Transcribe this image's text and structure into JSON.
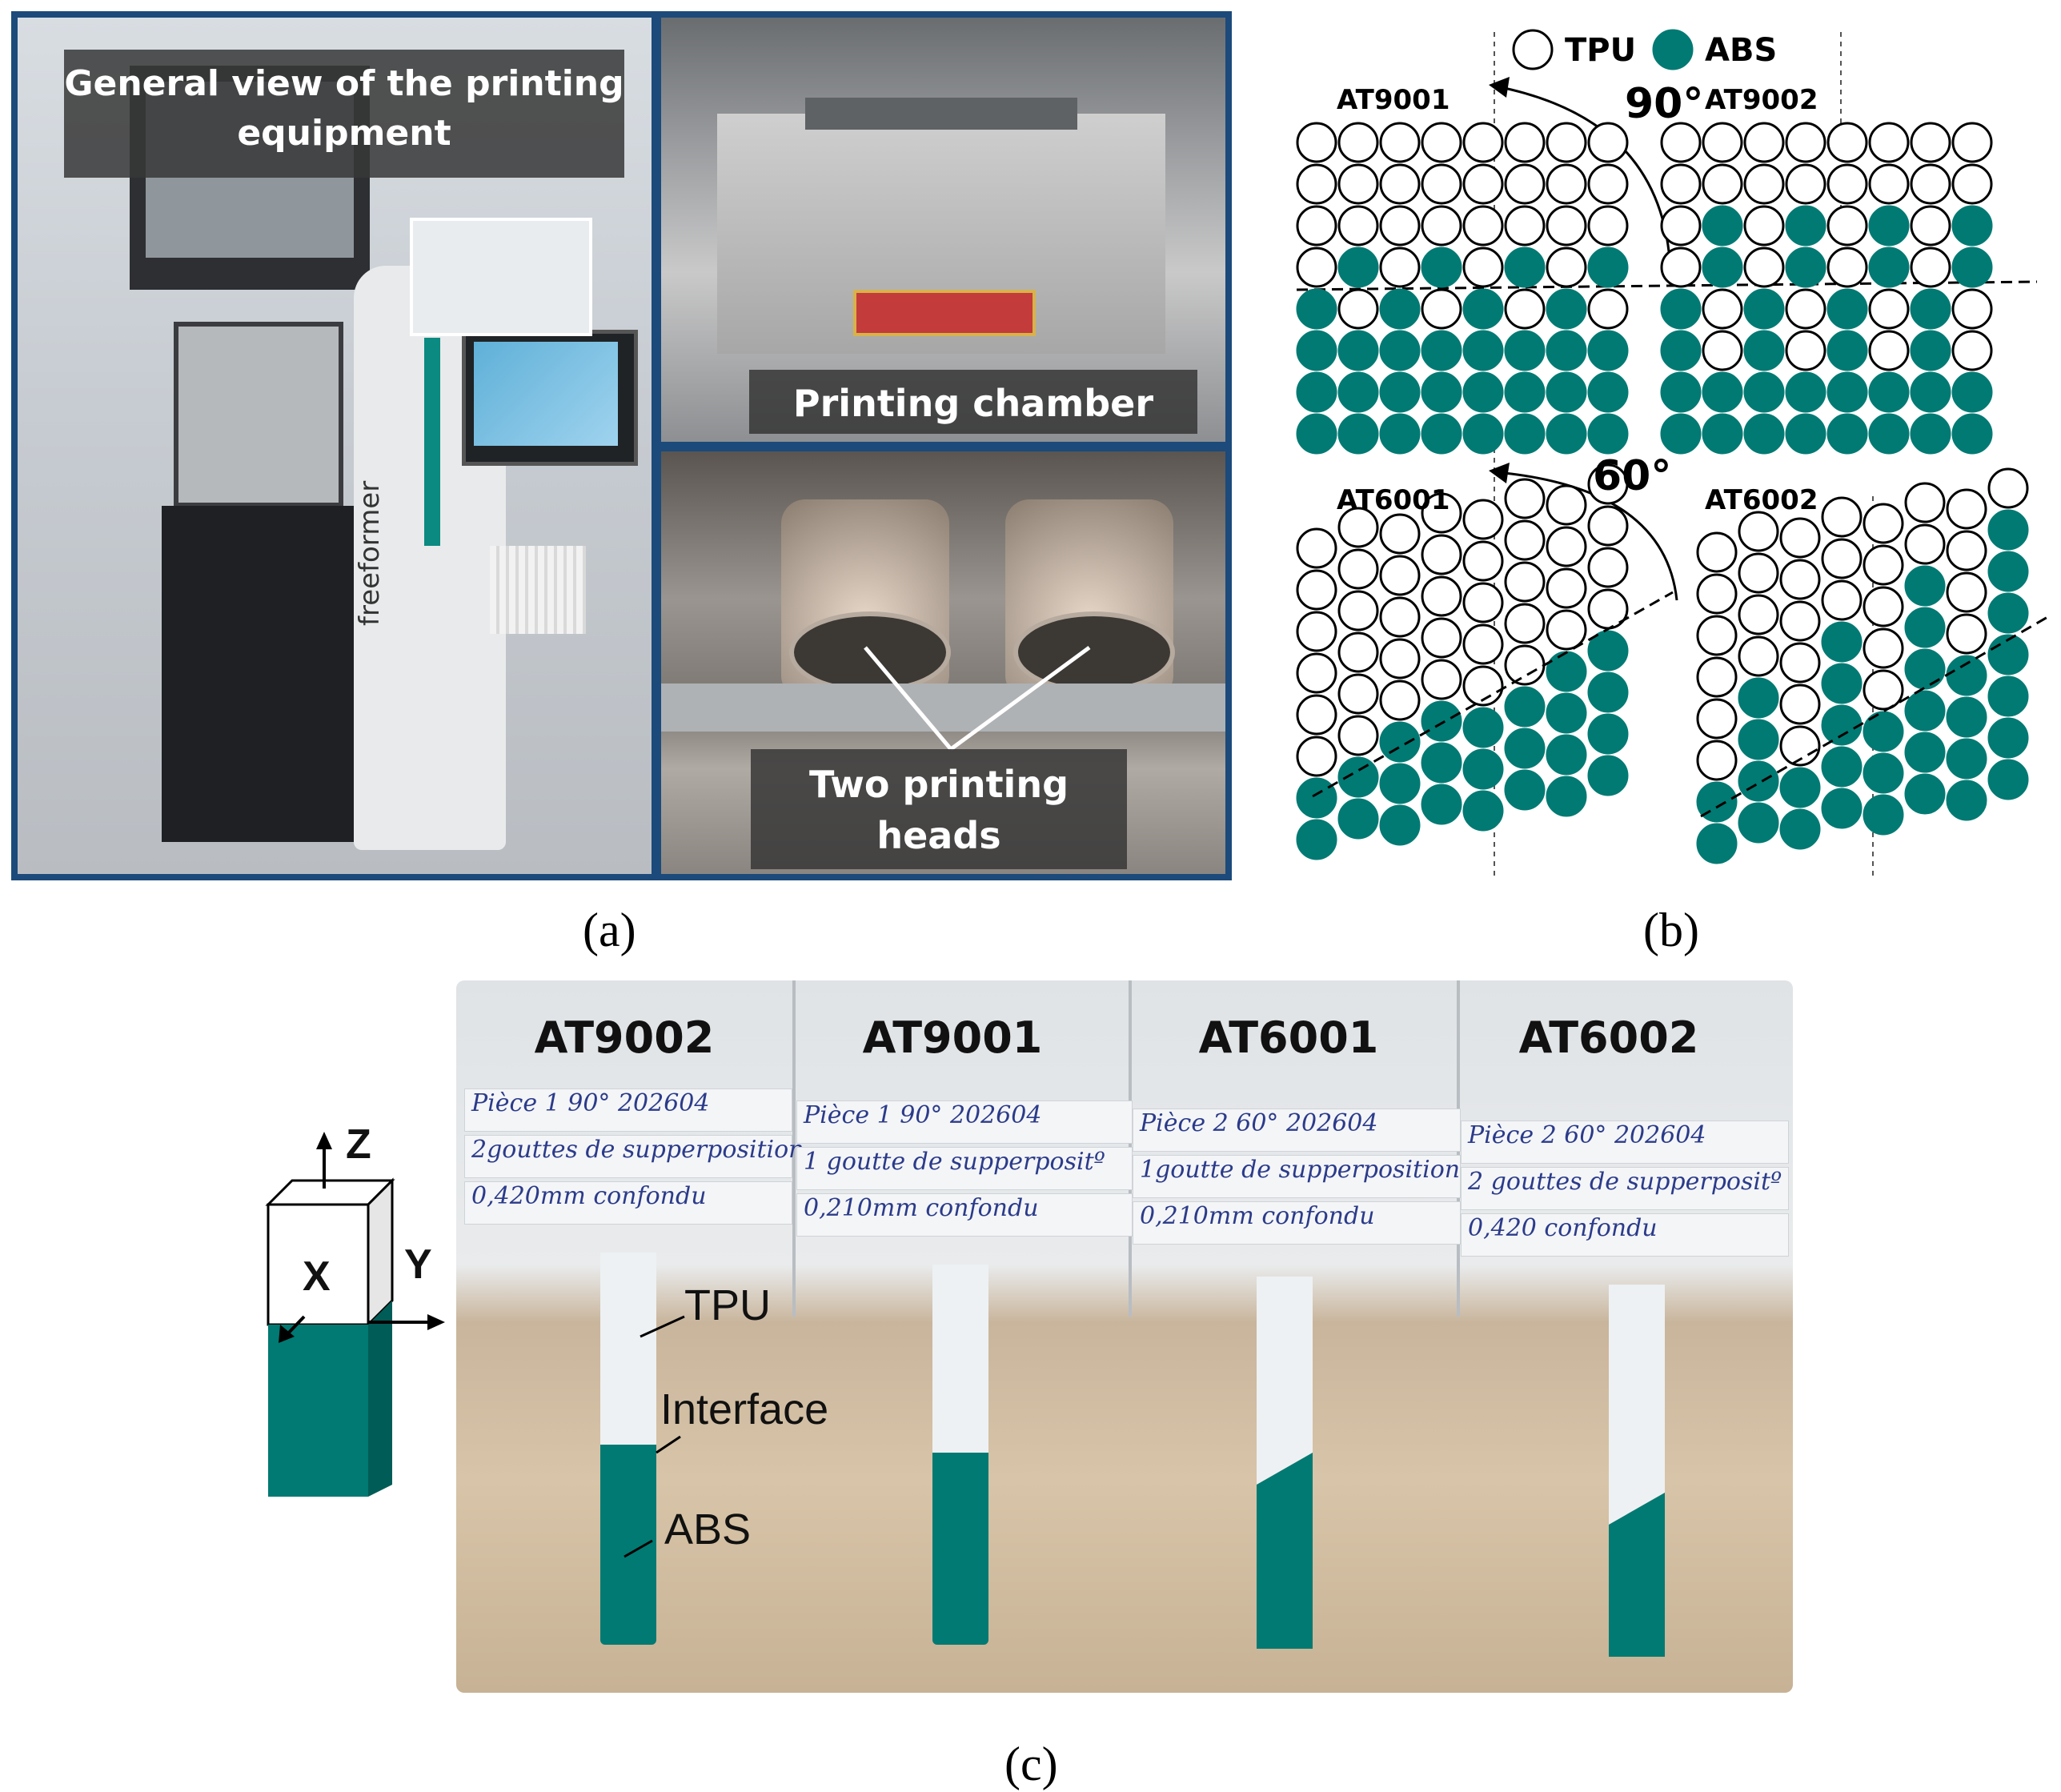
{
  "colors": {
    "abs": "#007a73",
    "frame": "#1c4a7a"
  },
  "panel_a": {
    "label": "(a)",
    "caption_general": "General view of the printing equipment",
    "caption_chamber": "Printing chamber",
    "caption_heads": "Two printing heads",
    "brand_text": "freeformer"
  },
  "panel_b": {
    "label": "(b)",
    "legend_tpu": "TPU",
    "legend_abs": "ABS",
    "angle_top": "90°",
    "angle_bottom": "60°",
    "samples": [
      "AT9001",
      "AT9002",
      "AT6001",
      "AT6002"
    ]
  },
  "panel_c": {
    "label": "(c)",
    "axis_z": "Z",
    "axis_x": "X",
    "axis_y": "Y",
    "strips": [
      {
        "name": "AT9002",
        "note1": "Pièce 1  90°  202604",
        "note2": "2gouttes de supperposition",
        "note3": "0,420mm confondu"
      },
      {
        "name": "AT9001",
        "note1": "Pièce 1  90°  202604",
        "note2": "1 goutte de supperpositº",
        "note3": "0,210mm confondu"
      },
      {
        "name": "AT6001",
        "note1": "Pièce 2  60°  202604",
        "note2": "1goutte de supperposition",
        "note3": "0,210mm confondu"
      },
      {
        "name": "AT6002",
        "note1": "Pièce 2  60°  202604",
        "note2": "2 gouttes de supperpositº",
        "note3": "0,420 confondu"
      }
    ],
    "callout_tpu": "TPU",
    "callout_interface": "Interface",
    "callout_abs": "ABS"
  }
}
